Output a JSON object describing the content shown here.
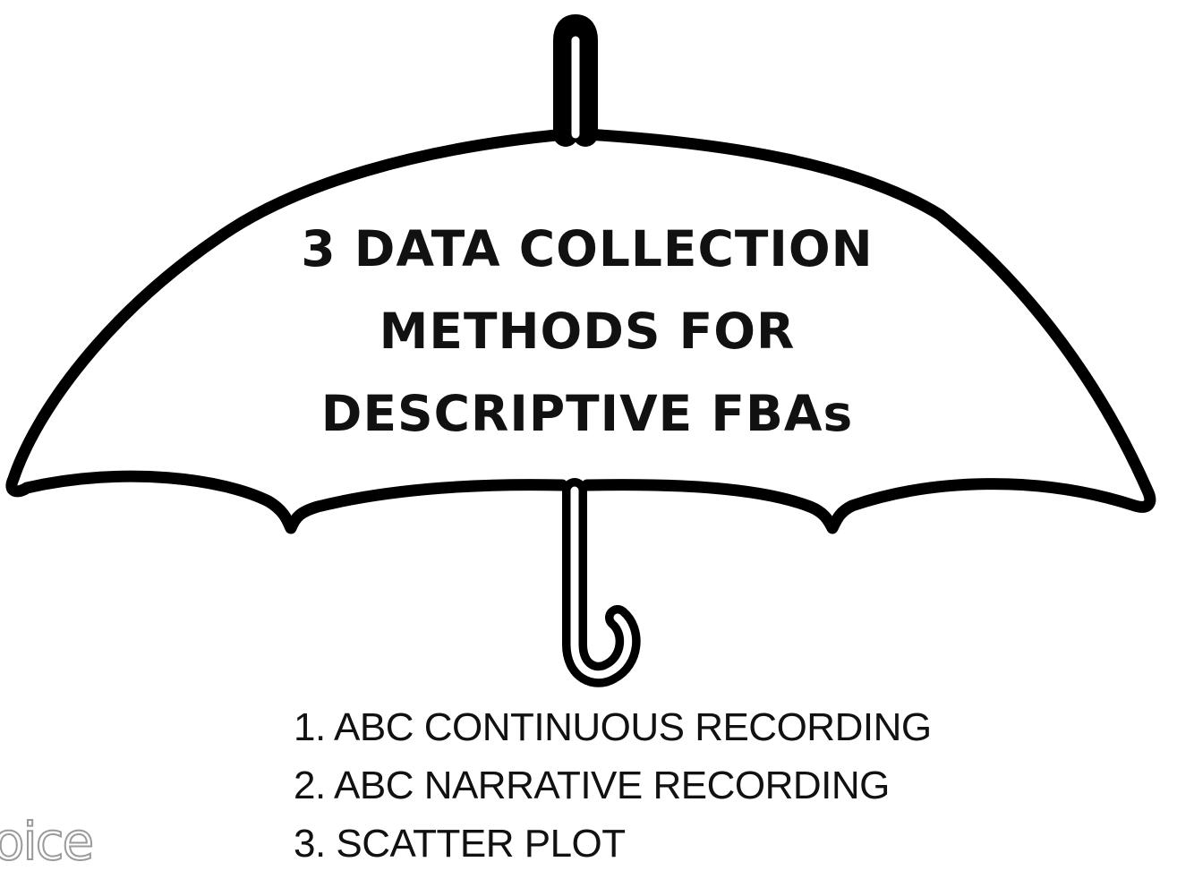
{
  "title": {
    "lines": [
      "3 DATA COLLECTION",
      "METHODS FOR",
      "DESCRIPTIVE FBAs"
    ]
  },
  "methods": [
    "1. ABC CONTINUOUS RECORDING",
    "2. ABC NARRATIVE RECORDING",
    "3. SCATTER PLOT"
  ],
  "watermark": {
    "text": "oice"
  },
  "colors": {
    "ink": "#000000",
    "background": "#ffffff",
    "watermark_outline": "#9a9a9a"
  }
}
